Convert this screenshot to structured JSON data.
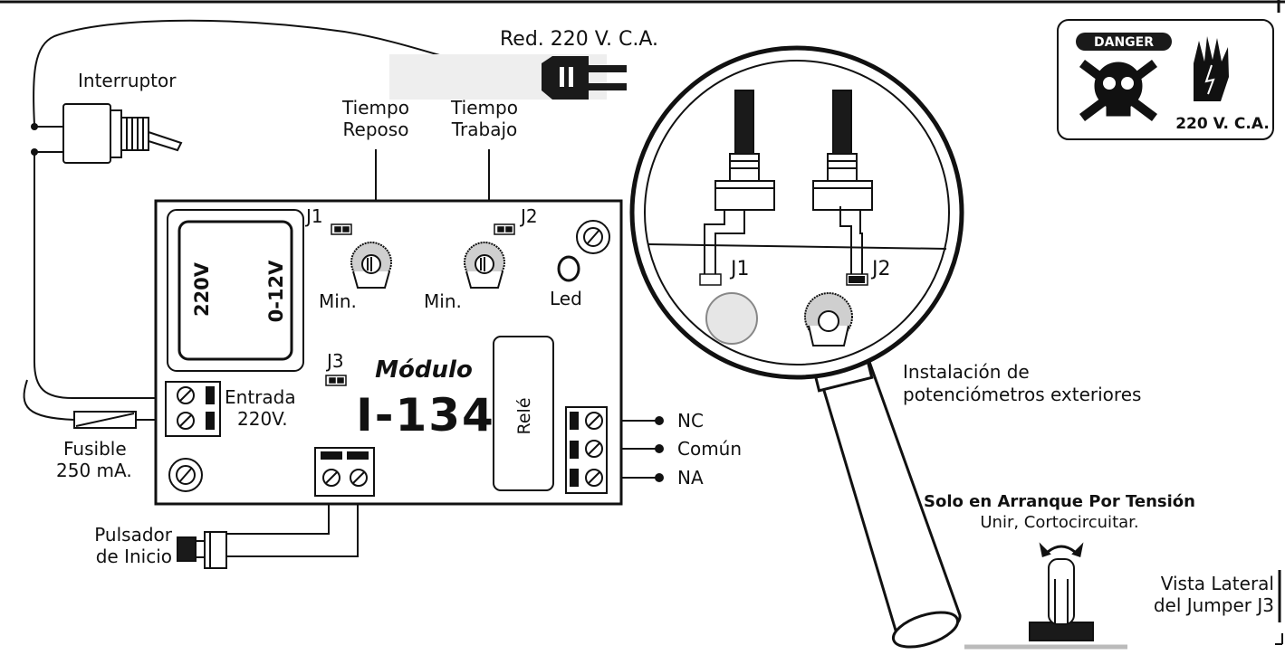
{
  "labels": {
    "power": "Red. 220 V. C.A.",
    "switch": "Interruptor",
    "rest_time_1": "Tiempo",
    "rest_time_2": "Reposo",
    "work_time_1": "Tiempo",
    "work_time_2": "Trabajo",
    "j1": "J1",
    "j2": "J2",
    "j3": "J3",
    "transformer_in": "220V",
    "transformer_out": "0-12V",
    "min_1": "Min.",
    "min_2": "Min.",
    "led": "Led",
    "module": "Módulo",
    "module_code": "I-134",
    "relay": "Relé",
    "input_1": "Entrada",
    "input_2": "220V.",
    "fuse_1": "Fusible",
    "fuse_2": "250 mA.",
    "start_1": "Pulsador",
    "start_2": "de Inicio",
    "nc": "NC",
    "common": "Común",
    "na": "NA",
    "zoom_j1": "J1",
    "zoom_j2": "J2",
    "install_1": "Instalación de",
    "install_2": "potenciómetros exteriores",
    "voltage_start": "Solo en Arranque Por Tensión",
    "short_circuit": "Unir, Cortocircuitar.",
    "side_view_1": "Vista Lateral",
    "side_view_2": "del Jumper J3",
    "danger": "DANGER",
    "danger_voltage": "220 V. C.A."
  },
  "colors": {
    "line": "#111111",
    "board": "#ffffff",
    "trimmer_fill": "#cfcfcf",
    "plug": "#1a1a1a"
  },
  "icons": [
    "skull-crossbones-icon",
    "high-voltage-hand-icon",
    "rotate-arrows-icon",
    "magnifier-icon"
  ]
}
